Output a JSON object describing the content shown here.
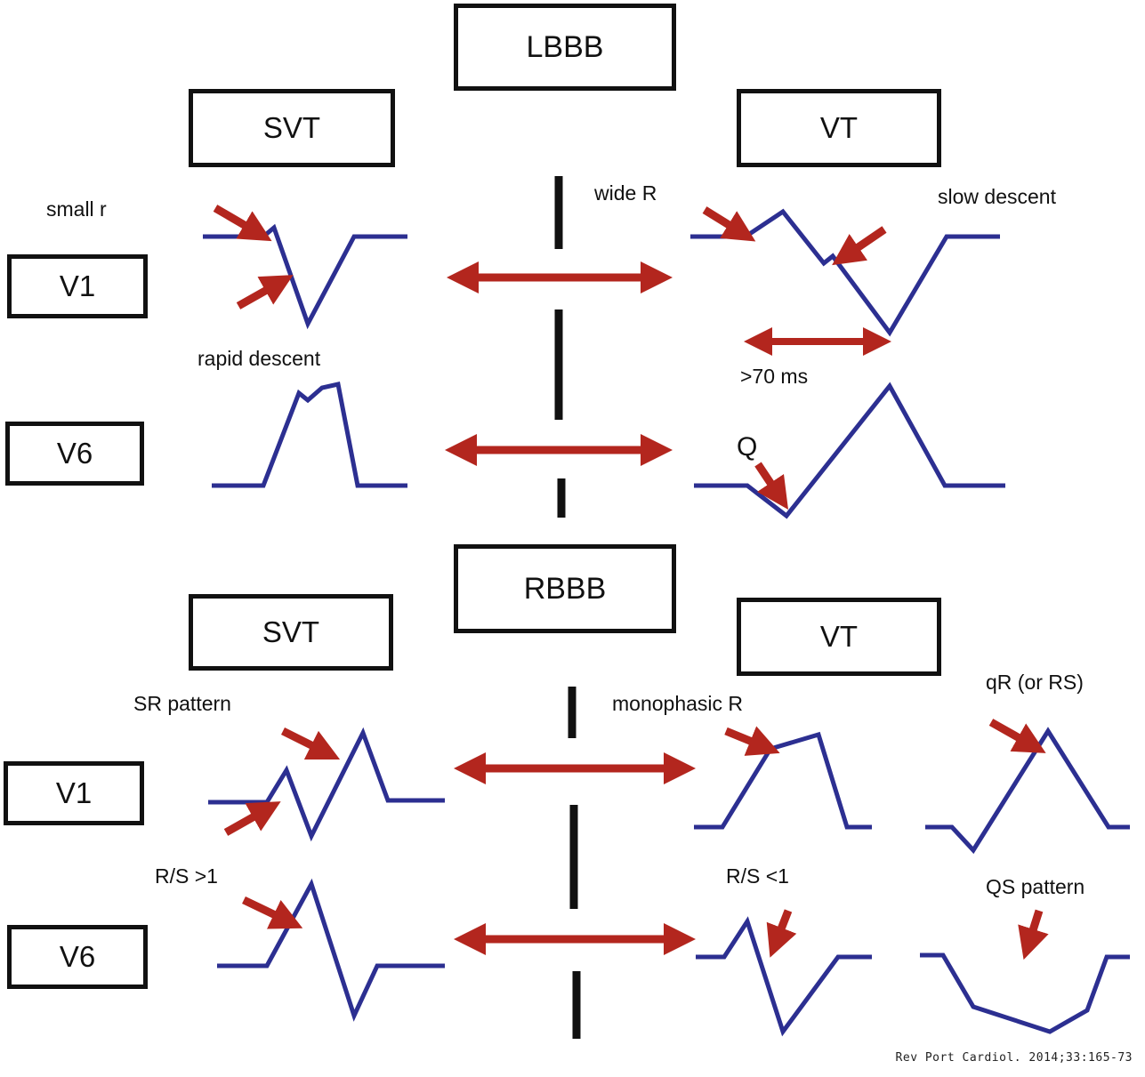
{
  "headers": {
    "lbbb": "LBBB",
    "rbbb": "RBBB"
  },
  "boxes": {
    "lbbb_svt": "SVT",
    "lbbb_vt": "VT",
    "rbbb_svt": "SVT",
    "rbbb_vt": "VT",
    "lbbb_v1": "V1",
    "lbbb_v6": "V6",
    "rbbb_v1": "V1",
    "rbbb_v6": "V6"
  },
  "annotations": {
    "small_r": "small r",
    "rapid_descent": "rapid descent",
    "wide_r": "wide R",
    "slow_descent": "slow descent",
    "gt70ms": ">70 ms",
    "q": "Q",
    "sr_pattern": "SR pattern",
    "rs_gt1": "R/S >1",
    "monophasic_r": "monophasic R",
    "qr_or_rs": "qR (or RS)",
    "rs_lt1": "R/S <1",
    "qs_pattern": "QS pattern"
  },
  "citation": "Rev Port Cardiol. 2014;33:165-73",
  "colors": {
    "trace": "#2c2f91",
    "arrow": "#b3261e",
    "line": "#111111"
  }
}
